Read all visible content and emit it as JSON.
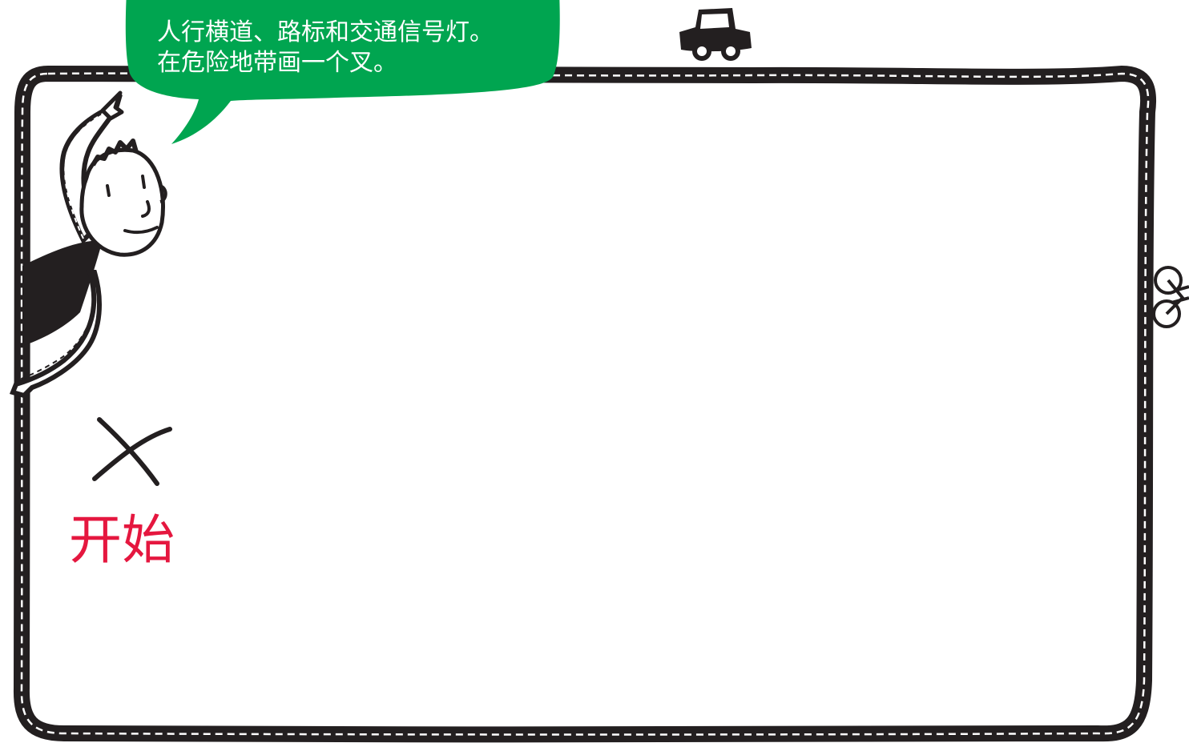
{
  "speech_bubble": {
    "lines": [
      "",
      "人行横道、路标和交通信号灯。",
      "在危险地带画一个叉。"
    ],
    "color": "#00a550"
  },
  "start_marker": {
    "label": "开始",
    "label_color": "#e5173f"
  },
  "road": {
    "line_color": "#231f20",
    "dash_color": "#ffffff"
  },
  "icons": [
    "car-icon",
    "bicycle-icon",
    "person-icon",
    "cross-mark-icon"
  ]
}
